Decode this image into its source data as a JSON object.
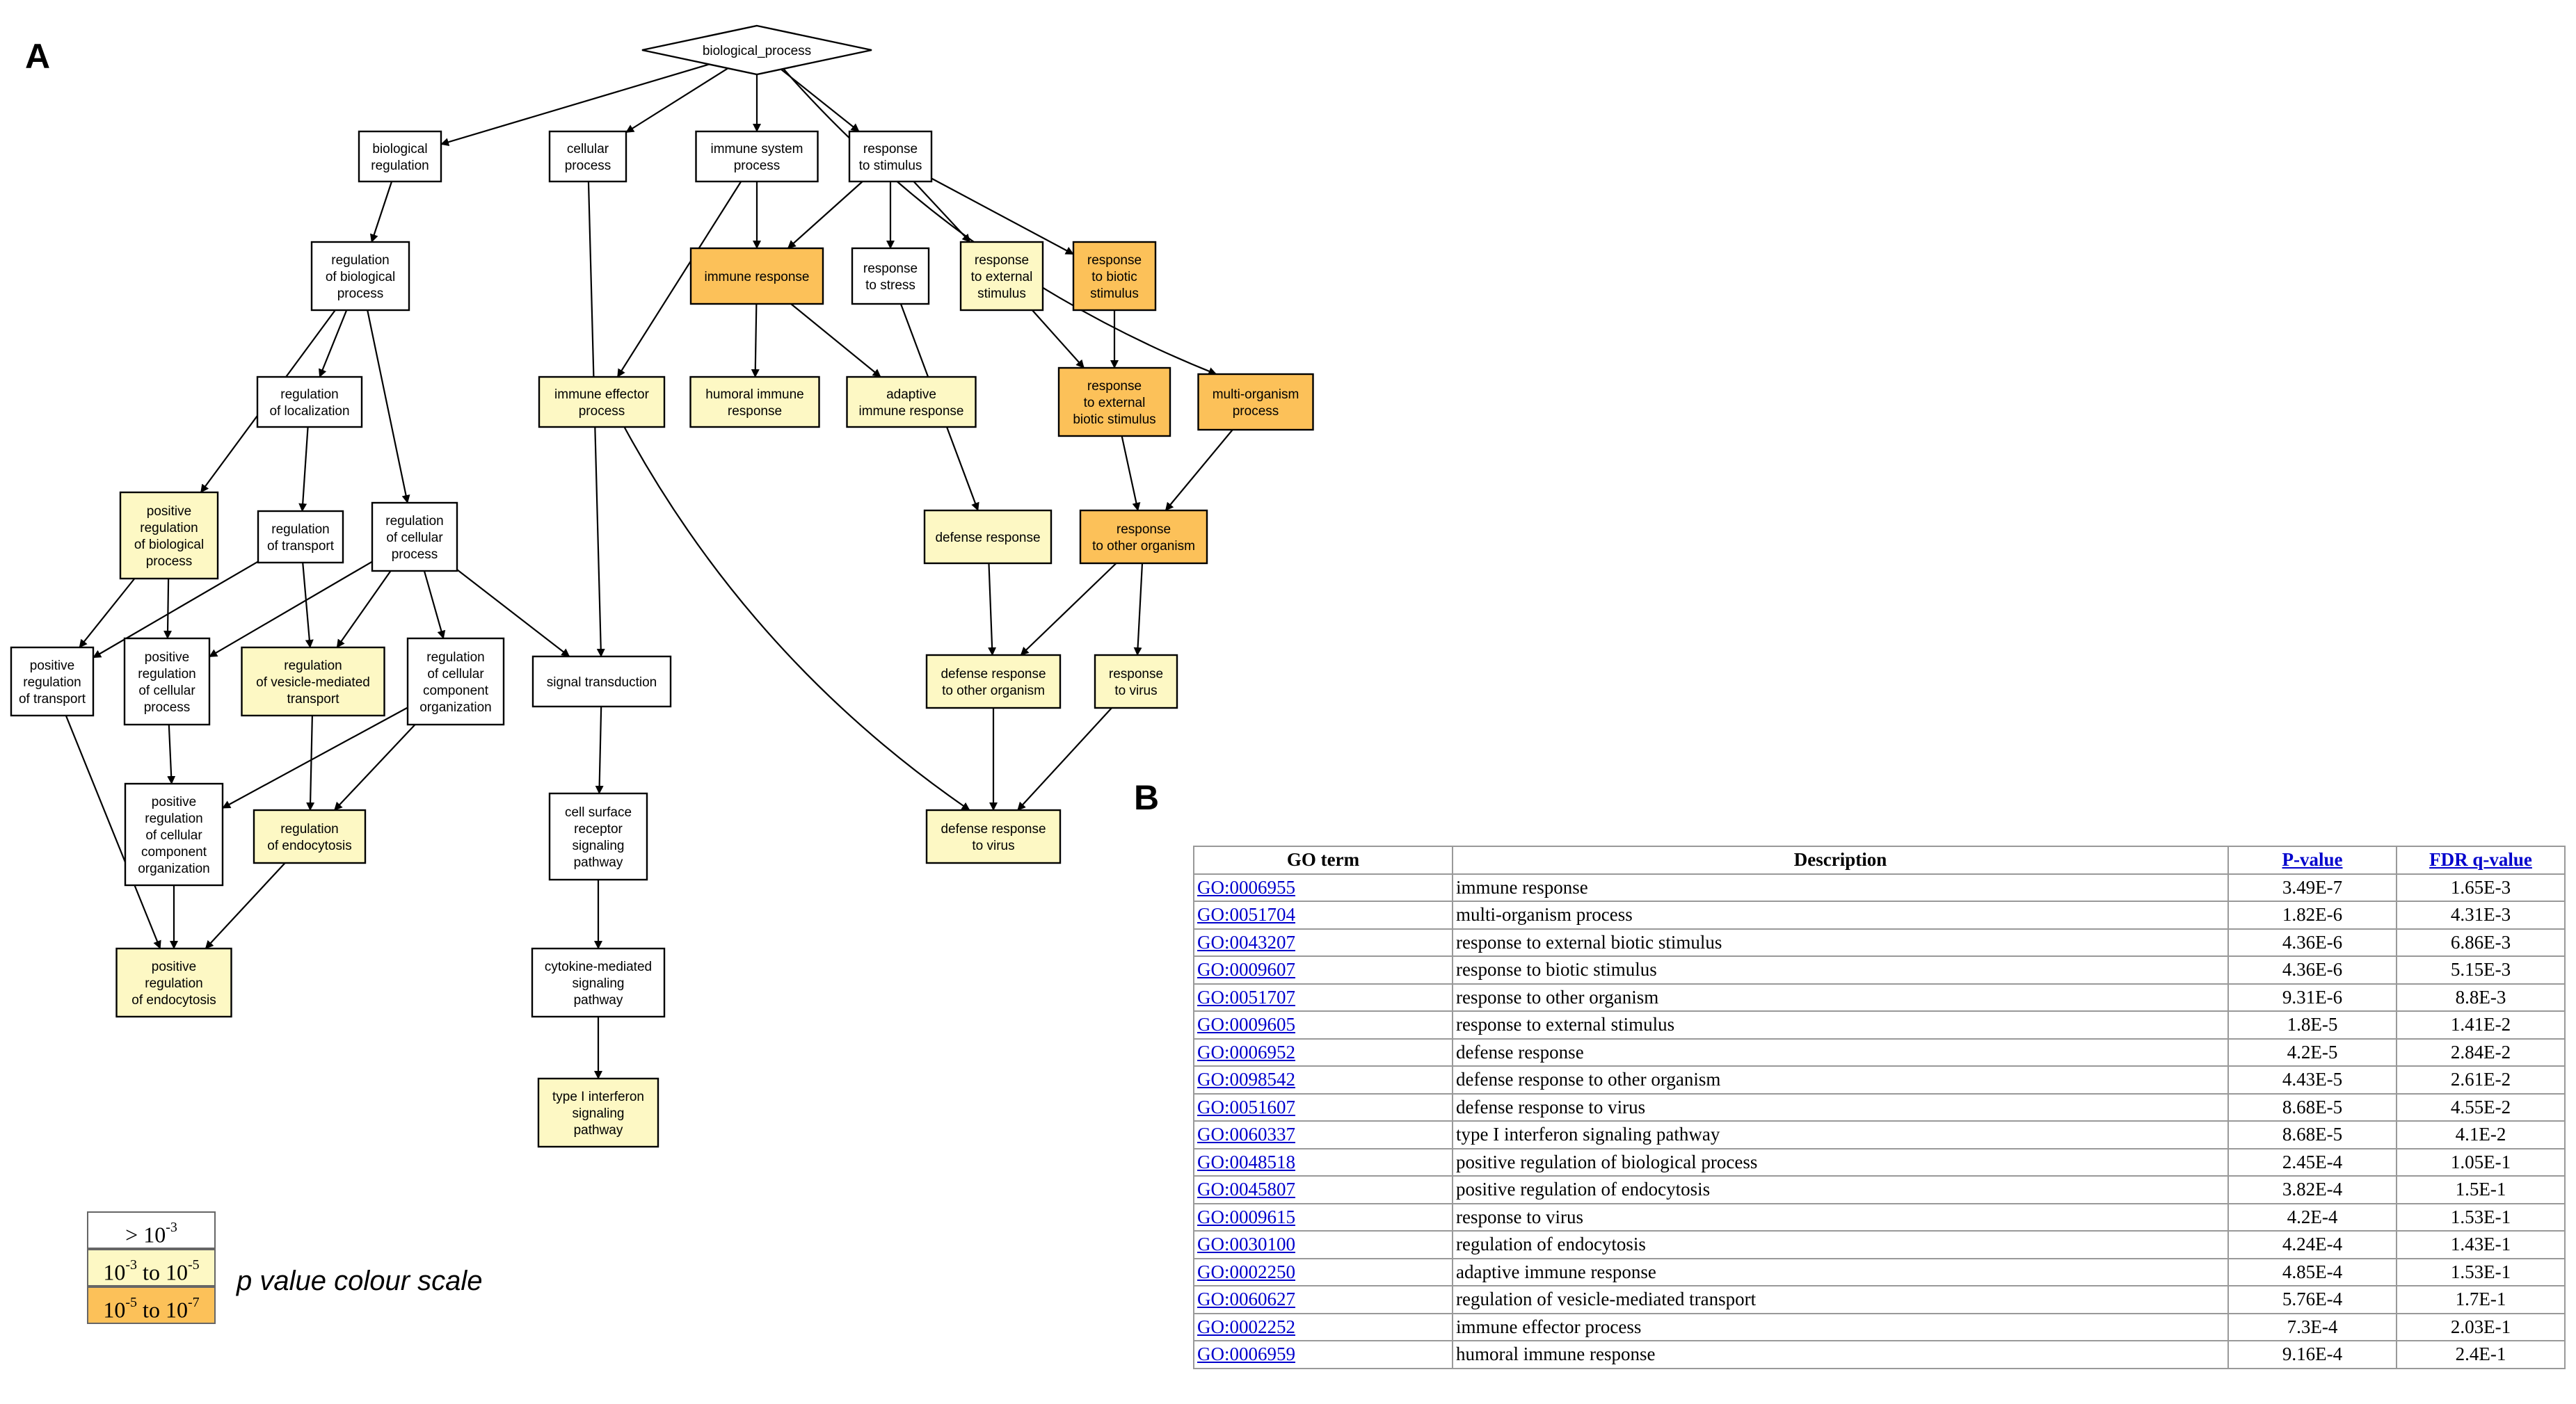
{
  "panels": {
    "a": "A",
    "b": "B"
  },
  "colors": {
    "white": "#ffffff",
    "light_yellow": "#fdf8c4",
    "orange": "#fcc159",
    "stroke": "#000000",
    "link": "#0000cc"
  },
  "nodes": [
    {
      "id": "bp",
      "lines": [
        "biological_process"
      ],
      "color": "white",
      "shape": "diamond"
    },
    {
      "id": "breg",
      "lines": [
        "biological",
        "regulation"
      ],
      "color": "white"
    },
    {
      "id": "cproc",
      "lines": [
        "cellular",
        "process"
      ],
      "color": "white"
    },
    {
      "id": "isp",
      "lines": [
        "immune system",
        "process"
      ],
      "color": "white"
    },
    {
      "id": "rstim",
      "lines": [
        "response",
        "to stimulus"
      ],
      "color": "white"
    },
    {
      "id": "rbp",
      "lines": [
        "regulation",
        "of biological",
        "process"
      ],
      "color": "white"
    },
    {
      "id": "iresp",
      "lines": [
        "immune response"
      ],
      "color": "orange"
    },
    {
      "id": "rstress",
      "lines": [
        "response",
        "to stress"
      ],
      "color": "white"
    },
    {
      "id": "rext",
      "lines": [
        "response",
        "to external",
        "stimulus"
      ],
      "color": "light_yellow"
    },
    {
      "id": "rbio",
      "lines": [
        "response",
        "to biotic",
        "stimulus"
      ],
      "color": "orange"
    },
    {
      "id": "rloc",
      "lines": [
        "regulation",
        "of localization"
      ],
      "color": "white"
    },
    {
      "id": "ieff",
      "lines": [
        "immune effector",
        "process"
      ],
      "color": "light_yellow"
    },
    {
      "id": "humoral",
      "lines": [
        "humoral immune",
        "response"
      ],
      "color": "light_yellow"
    },
    {
      "id": "adaptive",
      "lines": [
        "adaptive",
        "immune response"
      ],
      "color": "light_yellow"
    },
    {
      "id": "rextbio",
      "lines": [
        "response",
        "to external",
        "biotic stimulus"
      ],
      "color": "orange"
    },
    {
      "id": "multi",
      "lines": [
        "multi-organism",
        "process"
      ],
      "color": "orange"
    },
    {
      "id": "posbp",
      "lines": [
        "positive",
        "regulation",
        "of biological",
        "process"
      ],
      "color": "light_yellow"
    },
    {
      "id": "rtrans",
      "lines": [
        "regulation",
        "of transport"
      ],
      "color": "white"
    },
    {
      "id": "rcell",
      "lines": [
        "regulation",
        "of cellular",
        "process"
      ],
      "color": "white"
    },
    {
      "id": "defresp",
      "lines": [
        "defense response"
      ],
      "color": "light_yellow"
    },
    {
      "id": "rother",
      "lines": [
        "response",
        "to other organism"
      ],
      "color": "orange"
    },
    {
      "id": "postrans",
      "lines": [
        "positive",
        "regulation",
        "of transport"
      ],
      "color": "white"
    },
    {
      "id": "poscell",
      "lines": [
        "positive",
        "regulation",
        "of cellular",
        "process"
      ],
      "color": "white"
    },
    {
      "id": "rves",
      "lines": [
        "regulation",
        "of vesicle-mediated",
        "transport"
      ],
      "color": "light_yellow"
    },
    {
      "id": "rccomp",
      "lines": [
        "regulation",
        "of cellular",
        "component",
        "organization"
      ],
      "color": "white"
    },
    {
      "id": "sigtrans",
      "lines": [
        "signal transduction"
      ],
      "color": "white"
    },
    {
      "id": "defother",
      "lines": [
        "defense response",
        "to other organism"
      ],
      "color": "light_yellow"
    },
    {
      "id": "rvirus",
      "lines": [
        "response",
        "to virus"
      ],
      "color": "light_yellow"
    },
    {
      "id": "posccomp",
      "lines": [
        "positive",
        "regulation",
        "of cellular",
        "component",
        "organization"
      ],
      "color": "white"
    },
    {
      "id": "rendo",
      "lines": [
        "regulation",
        "of endocytosis"
      ],
      "color": "light_yellow"
    },
    {
      "id": "csrsp",
      "lines": [
        "cell surface",
        "receptor",
        "signaling",
        "pathway"
      ],
      "color": "white"
    },
    {
      "id": "defvirus",
      "lines": [
        "defense response",
        "to virus"
      ],
      "color": "light_yellow"
    },
    {
      "id": "posendo",
      "lines": [
        "positive",
        "regulation",
        "of endocytosis"
      ],
      "color": "light_yellow"
    },
    {
      "id": "cytok",
      "lines": [
        "cytokine-mediated",
        "signaling",
        "pathway"
      ],
      "color": "white"
    },
    {
      "id": "typei",
      "lines": [
        "type I interferon",
        "signaling",
        "pathway"
      ],
      "color": "light_yellow"
    }
  ],
  "edges": [
    [
      "bp",
      "breg"
    ],
    [
      "bp",
      "cproc"
    ],
    [
      "bp",
      "isp"
    ],
    [
      "bp",
      "rstim"
    ],
    [
      "bp",
      "multi"
    ],
    [
      "breg",
      "rbp"
    ],
    [
      "rbp",
      "rloc"
    ],
    [
      "rbp",
      "posbp"
    ],
    [
      "rbp",
      "rcell"
    ],
    [
      "rloc",
      "rtrans"
    ],
    [
      "rtrans",
      "postrans"
    ],
    [
      "rtrans",
      "rves"
    ],
    [
      "posbp",
      "postrans"
    ],
    [
      "posbp",
      "poscell"
    ],
    [
      "rcell",
      "poscell"
    ],
    [
      "rcell",
      "rves"
    ],
    [
      "rcell",
      "rccomp"
    ],
    [
      "rcell",
      "sigtrans"
    ],
    [
      "poscell",
      "posccomp"
    ],
    [
      "rccomp",
      "posccomp"
    ],
    [
      "rccomp",
      "rendo"
    ],
    [
      "rves",
      "rendo"
    ],
    [
      "postrans",
      "posendo"
    ],
    [
      "posccomp",
      "posendo"
    ],
    [
      "rendo",
      "posendo"
    ],
    [
      "cproc",
      "sigtrans"
    ],
    [
      "sigtrans",
      "csrsp"
    ],
    [
      "csrsp",
      "cytok"
    ],
    [
      "cytok",
      "typei"
    ],
    [
      "isp",
      "iresp"
    ],
    [
      "isp",
      "ieff"
    ],
    [
      "rstim",
      "iresp"
    ],
    [
      "rstim",
      "rstress"
    ],
    [
      "rstim",
      "rext"
    ],
    [
      "rstim",
      "rbio"
    ],
    [
      "iresp",
      "humoral"
    ],
    [
      "iresp",
      "adaptive"
    ],
    [
      "rext",
      "rextbio"
    ],
    [
      "rbio",
      "rextbio"
    ],
    [
      "rstress",
      "defresp"
    ],
    [
      "rextbio",
      "rother"
    ],
    [
      "multi",
      "rother"
    ],
    [
      "defresp",
      "defother"
    ],
    [
      "rother",
      "defother"
    ],
    [
      "rother",
      "rvirus"
    ],
    [
      "defother",
      "defvirus"
    ],
    [
      "rvirus",
      "defvirus"
    ],
    [
      "ieff",
      "defvirus"
    ]
  ],
  "legend": {
    "white": {
      "base": "> 10",
      "exp": "-3"
    },
    "light_yellow": {
      "base1": "10",
      "exp1": "-3",
      "mid": " to ",
      "base2": "10",
      "exp2": "-5"
    },
    "orange": {
      "base1": "10",
      "exp1": "-5",
      "mid": " to ",
      "base2": "10",
      "exp2": "-7"
    },
    "label": "p value colour scale"
  },
  "table": {
    "headers": [
      "GO term",
      "Description",
      "P-value",
      "FDR q-value"
    ],
    "rows": [
      [
        "GO:0006955",
        "immune response",
        "3.49E-7",
        "1.65E-3"
      ],
      [
        "GO:0051704",
        "multi-organism process",
        "1.82E-6",
        "4.31E-3"
      ],
      [
        "GO:0043207",
        "response to external biotic stimulus",
        "4.36E-6",
        "6.86E-3"
      ],
      [
        "GO:0009607",
        "response to biotic stimulus",
        "4.36E-6",
        "5.15E-3"
      ],
      [
        "GO:0051707",
        "response to other organism",
        "9.31E-6",
        "8.8E-3"
      ],
      [
        "GO:0009605",
        "response to external stimulus",
        "1.8E-5",
        "1.41E-2"
      ],
      [
        "GO:0006952",
        "defense response",
        "4.2E-5",
        "2.84E-2"
      ],
      [
        "GO:0098542",
        "defense response to other organism",
        "4.43E-5",
        "2.61E-2"
      ],
      [
        "GO:0051607",
        "defense response to virus",
        "8.68E-5",
        "4.55E-2"
      ],
      [
        "GO:0060337",
        "type I interferon signaling pathway",
        "8.68E-5",
        "4.1E-2"
      ],
      [
        "GO:0048518",
        "positive regulation of biological process",
        "2.45E-4",
        "1.05E-1"
      ],
      [
        "GO:0045807",
        "positive regulation of endocytosis",
        "3.82E-4",
        "1.5E-1"
      ],
      [
        "GO:0009615",
        "response to virus",
        "4.2E-4",
        "1.53E-1"
      ],
      [
        "GO:0030100",
        "regulation of endocytosis",
        "4.24E-4",
        "1.43E-1"
      ],
      [
        "GO:0002250",
        "adaptive immune response",
        "4.85E-4",
        "1.53E-1"
      ],
      [
        "GO:0060627",
        "regulation of vesicle-mediated transport",
        "5.76E-4",
        "1.7E-1"
      ],
      [
        "GO:0002252",
        "immune effector process",
        "7.3E-4",
        "2.03E-1"
      ],
      [
        "GO:0006959",
        "humoral immune response",
        "9.16E-4",
        "2.4E-1"
      ]
    ]
  }
}
